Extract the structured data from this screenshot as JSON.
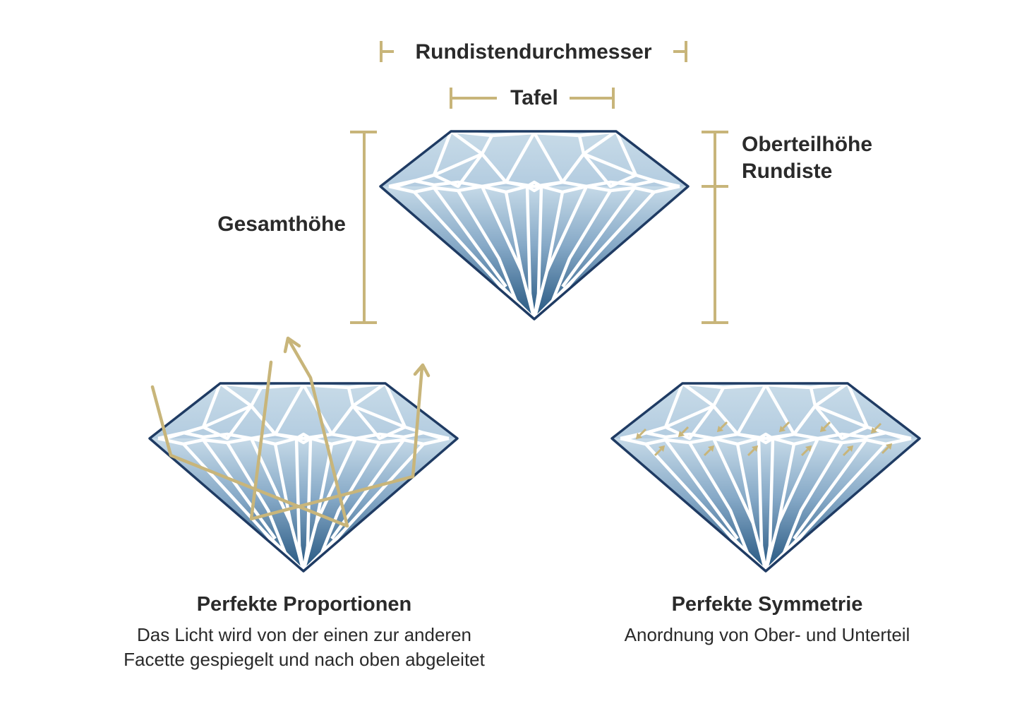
{
  "labels": {
    "girdle_diameter": "Rundistendurchmesser",
    "table": "Tafel",
    "total_height": "Gesamthöhe",
    "crown_height": "Oberteilhöhe",
    "girdle": "Rundiste"
  },
  "captions": {
    "proportions": {
      "title": "Perfekte Proportionen",
      "line1": "Das Licht wird von der einen zur anderen",
      "line2": "Facette gespiegelt und nach oben abgeleitet"
    },
    "symmetry": {
      "title": "Perfekte Symmetrie",
      "line1": "Anordnung von Ober- und Unterteil"
    }
  },
  "colors": {
    "gold": "#c8b57a",
    "outline": "#1f3b63",
    "crown_fill": "#c3d7e6",
    "pavilion_top": "#b7cfe1",
    "pavilion_bottom": "#2d5d8a",
    "text": "#2a2a2a"
  }
}
